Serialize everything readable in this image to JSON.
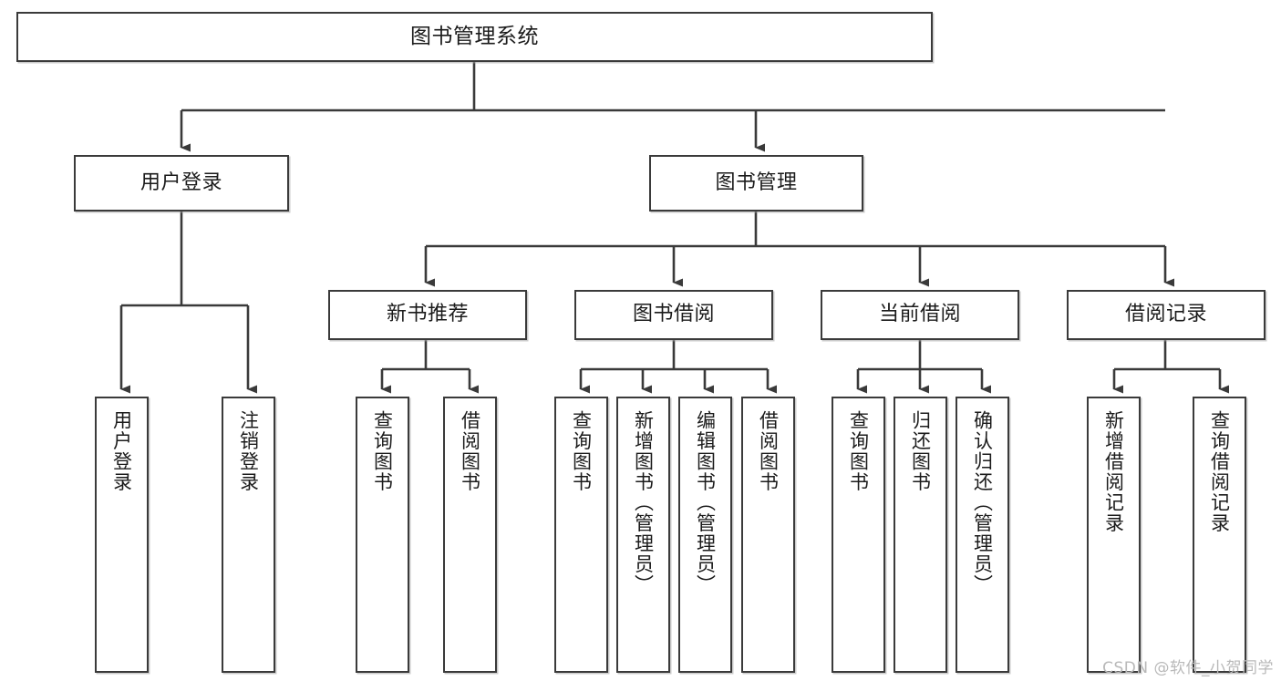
{
  "diagram": {
    "type": "tree-hierarchy",
    "title": "图书管理系统",
    "watermark": "CSDN @软件_小贺同学",
    "colors": {
      "box_border": "#3a3a3a",
      "box_fill": "#ffffff",
      "edge": "#3a3a3a",
      "text": "#1b1b1b",
      "watermark": "#b9b9b9",
      "background": "#ffffff"
    },
    "levels": [
      {
        "level": 1,
        "nodes": [
          {
            "id": "root",
            "label": "图书管理系统"
          }
        ]
      },
      {
        "level": 2,
        "nodes": [
          {
            "id": "user-login",
            "label": "用户登录",
            "parent": "root"
          },
          {
            "id": "book-management",
            "label": "图书管理",
            "parent": "root"
          }
        ]
      },
      {
        "level": 3,
        "nodes": [
          {
            "id": "new-book-recommend",
            "label": "新书推荐",
            "parent": "book-management"
          },
          {
            "id": "book-borrow",
            "label": "图书借阅",
            "parent": "book-management"
          },
          {
            "id": "current-borrow",
            "label": "当前借阅",
            "parent": "book-management"
          },
          {
            "id": "borrow-record",
            "label": "借阅记录",
            "parent": "book-management"
          }
        ]
      },
      {
        "level": 4,
        "nodes": [
          {
            "id": "leaf-user-login",
            "label": "用户登录",
            "parent": "user-login"
          },
          {
            "id": "leaf-user-logout",
            "label": "注销登录",
            "parent": "user-login"
          },
          {
            "id": "leaf-query-book-1",
            "label": "查询图书",
            "parent": "new-book-recommend"
          },
          {
            "id": "leaf-borrow-book-1",
            "label": "借阅图书",
            "parent": "new-book-recommend"
          },
          {
            "id": "leaf-query-book-2",
            "label": "查询图书",
            "parent": "book-borrow"
          },
          {
            "id": "leaf-add-book",
            "label": "新增图书（管理员）",
            "parent": "book-borrow"
          },
          {
            "id": "leaf-edit-book",
            "label": "编辑图书（管理员）",
            "parent": "book-borrow"
          },
          {
            "id": "leaf-borrow-book-2",
            "label": "借阅图书",
            "parent": "book-borrow"
          },
          {
            "id": "leaf-query-book-3",
            "label": "查询图书",
            "parent": "current-borrow"
          },
          {
            "id": "leaf-return-book",
            "label": "归还图书",
            "parent": "current-borrow"
          },
          {
            "id": "leaf-confirm-return",
            "label": "确认归还（管理员）",
            "parent": "current-borrow"
          },
          {
            "id": "leaf-add-record",
            "label": "新增借阅记录",
            "parent": "borrow-record"
          },
          {
            "id": "leaf-query-record",
            "label": "查询借阅记录",
            "parent": "borrow-record"
          }
        ]
      }
    ]
  }
}
